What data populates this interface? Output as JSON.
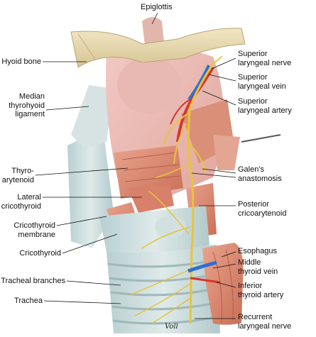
{
  "labels": {
    "epiglottis": "Epiglottis",
    "hyoid_bone": "Hyoid bone",
    "median_thyrohyoid_ligament": "Median\nthyrohyoid\nligament",
    "superior_laryngeal_nerve": "Superior\nlaryngeal nerve",
    "superior_laryngeal_vein": "Superior\nlaryngeal vein",
    "superior_laryngeal_artery": "Superior\nlaryngeal artery",
    "thyroarytenoid": "Thyro-\narytenoid",
    "galens_anastomosis": "Galen's\nanastomosis",
    "lateral_cricothyroid": "Lateral\ncricothyroid",
    "posterior_cricoarytenoid": "Posterior\ncricoarytenoid",
    "cricothyroid_membrane": "Cricothyroid\nmembrane",
    "cricothyroid": "Cricothyroid",
    "esophagus": "Esophagus",
    "middle_thyroid_vein": "Middle\nthyroid vein",
    "inferior_thyroid_artery": "Inferior\nthyroid artery",
    "tracheal_branches": "Tracheal branches",
    "trachea": "Trachea",
    "recurrent_laryngeal_nerve": "Recurrent\nlaryngeal nerve"
  },
  "signature": "Voll",
  "colors": {
    "nerve": "#e8c43a",
    "artery": "#d8342c",
    "vein": "#2f6fd0",
    "muscle": "#d98a72",
    "cartilage": "#c9dcdc",
    "bone": "#e6d8b0",
    "leader": "#111111"
  }
}
